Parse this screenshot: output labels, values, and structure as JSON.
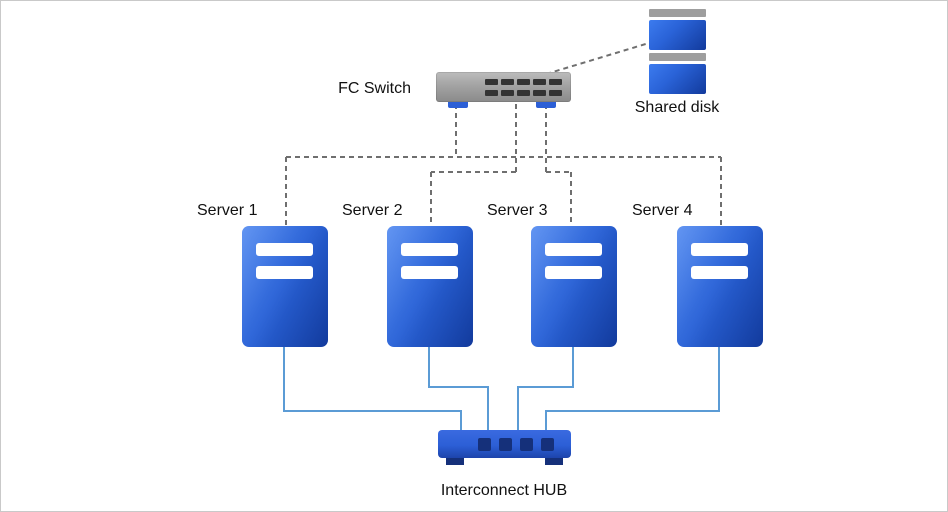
{
  "diagram": {
    "fc_switch": {
      "label": "FC Switch"
    },
    "shared_disk": {
      "label": "Shared disk"
    },
    "servers": [
      {
        "label": "Server 1"
      },
      {
        "label": "Server 2"
      },
      {
        "label": "Server 3"
      },
      {
        "label": "Server 4"
      }
    ],
    "hub": {
      "label": "Interconnect HUB"
    }
  },
  "colors": {
    "canvas_bg": "#ffffff",
    "canvas_border": "#c9c9c9",
    "dashed_line": "#6f6f6f",
    "solid_line": "#5b9bd5",
    "switch_gray": "#a3a3a3",
    "switch_gray_dark": "#8a8a8a",
    "port_dark": "#333333",
    "server_blue": "#2a63d8",
    "server_blue_light": "#3c7bef",
    "server_blue_dark": "#123a9c",
    "hub_blue": "#2c5fd6",
    "hub_dark": "#15307a",
    "disk_gray": "#9e9e9e",
    "slot_white": "#ffffff",
    "label_text": "#111111"
  }
}
